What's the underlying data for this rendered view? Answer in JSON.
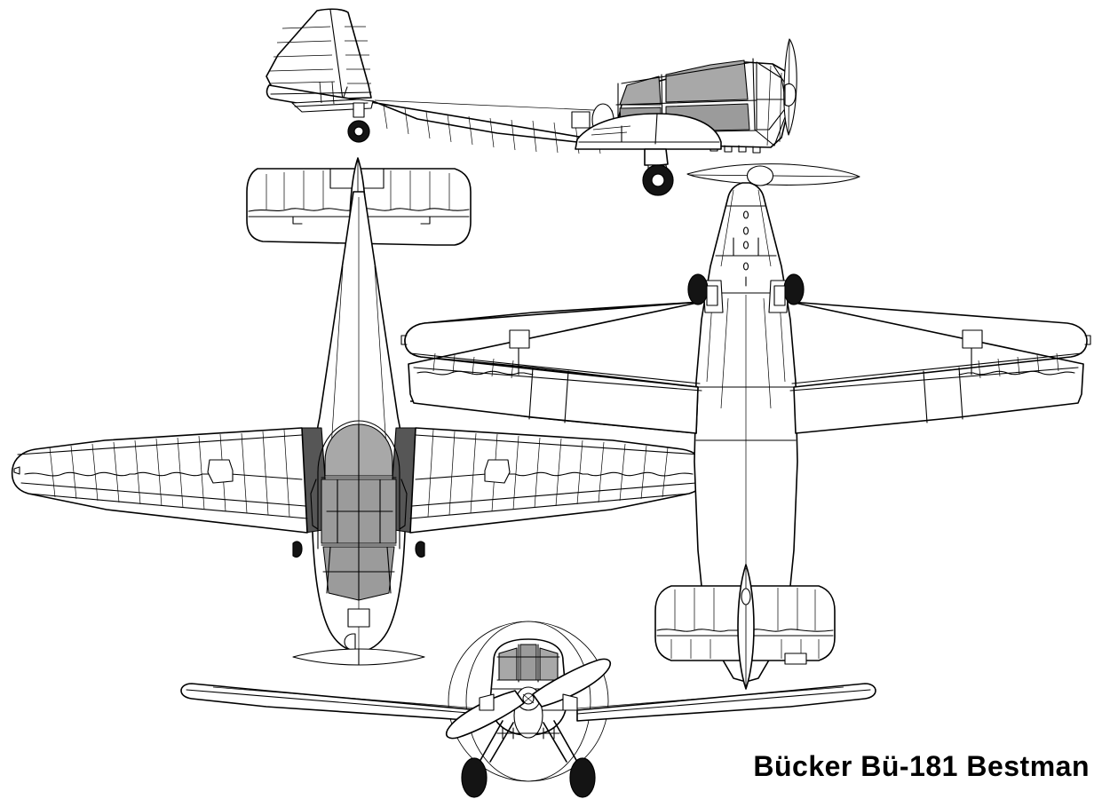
{
  "drawing": {
    "caption": "Bücker Bü-181 Bestman",
    "subject": "Bücker Bü-181 Bestman",
    "type": "aircraft-3-view-line-drawing",
    "background_color": "#ffffff",
    "line_color": "#000000",
    "glazing_color": "#a8a8a8",
    "glazing_dark_color": "#8f8f8f",
    "fairing_color": "#565656",
    "tire_color": "#111111",
    "views": [
      {
        "id": "side-view",
        "name": "Side Elevation (port side, nose right)",
        "features": [
          "vertical fin and rudder with rib lines",
          "horizontal tailplane edge-on",
          "tailwheel",
          "fuselage with fabric rib lines",
          "glazed canopy with framed panels",
          "low wing root fairing",
          "main landing gear with spat leg",
          "engine cowling",
          "two-blade propeller"
        ]
      },
      {
        "id": "bottom-view",
        "name": "Bottom Plan View (underside, nose down)",
        "features": [
          "horizontal tailplane with elevator ribs",
          "vertical fin edge-on",
          "tapered fuselage underside",
          "wings with rib lines",
          "ailerons and flaps",
          "wing root fairings shaded dark",
          "canopy glazing seen through",
          "nose with access hatch"
        ]
      },
      {
        "id": "top-view",
        "name": "Top Plan View (upper surface, nose up)",
        "features": [
          "two-blade propeller edge-on",
          "engine cowling with panel fasteners",
          "main wheels and gear legs",
          "wings with flaps and ailerons",
          "wing walk markings",
          "tapered rear fuselage",
          "tailplane with elevators"
        ]
      },
      {
        "id": "front-view",
        "name": "Front Elevation (head-on)",
        "features": [
          "propeller disc circle",
          "two propeller blades",
          "spinner hub with bolts",
          "engine cowling",
          "glazed canopy panels",
          "dihedral wings",
          "splayed main landing gear legs",
          "two main wheels"
        ]
      }
    ]
  }
}
